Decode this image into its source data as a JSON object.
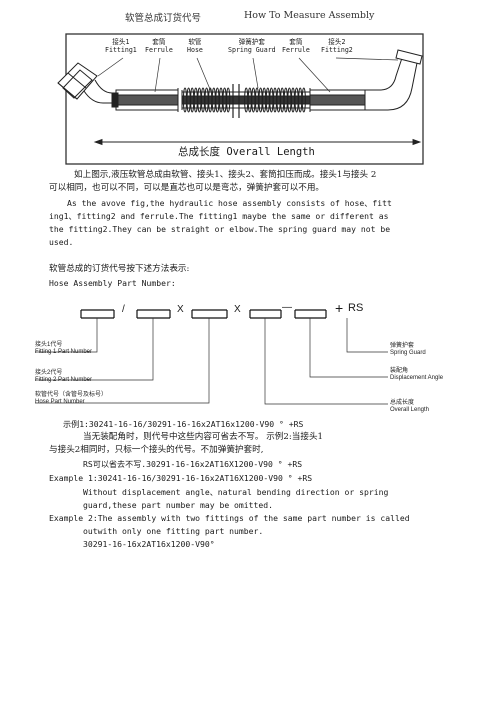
{
  "header": {
    "title_cn": "软管总成订货代号",
    "title_en": "How To Measure Assembly"
  },
  "drawing": {
    "labels": [
      {
        "cn": "接头1",
        "en": "Fitting1"
      },
      {
        "cn": "套筒",
        "en": "Ferrule"
      },
      {
        "cn": "软管",
        "en": "Hose"
      },
      {
        "cn": "弹簧护套",
        "en": "Spring Guard"
      },
      {
        "cn": "套筒",
        "en": "Ferrule"
      },
      {
        "cn": "接头2",
        "en": "Fitting2"
      }
    ],
    "overall_length": "总成长度 Overall Length"
  },
  "description": {
    "cn_line1": "如上图示,液压软管总成由软管、接头1、接头2、套筒扣压而成。接头1与接头 2",
    "cn_line2": "可以相同，也可以不同，可以是直芯也可以是弯芯，弹簧护套可以不用。",
    "en_line1": "As the avove fig,the hydraulic hose assembly consists of hose、fitt",
    "en_line2": "ing1、fitting2 and ferrule.The fitting1 maybe the same or different as",
    "en_line3": "the fitting2.They can be straight or elbow.The spring guard may not be",
    "en_line4": "used."
  },
  "order": {
    "heading_cn": "软管总成的订货代号按下述方法表示:",
    "heading_en": "Hose Assembly Part Number:",
    "separators": [
      "/",
      "X",
      "X",
      "—",
      "+"
    ],
    "suffix": "RS",
    "left_labels": [
      {
        "cn": "接头1代号",
        "en": "Fitting 1 Part Number"
      },
      {
        "cn": "接头2代号",
        "en": "Fitting 2 Part Number"
      },
      {
        "cn": "软管代号（含管号及标号）",
        "en": "Hose Part Number"
      }
    ],
    "right_labels": [
      {
        "cn": "弹簧护套",
        "en": "Spring Guard"
      },
      {
        "cn": "装配角",
        "en": "Displacement Angle"
      },
      {
        "cn": "总成长度",
        "en": "Overall Length"
      }
    ]
  },
  "examples": {
    "lines": [
      "示例1:30241-16-16/30291-16-16x2AT16x1200-V90 ° +RS",
      "当无装配角时，则代号中这些内容可省去不写。 示例2:当接头1",
      "与接头2相同时，只标一个接头的代号。不加弹簧护套时,",
      "RS可以省去不写.30291-16-16x2AT16X1200-V90 ° +RS",
      "Example 1:30241-16-16/30291-16-16x2AT16X1200-V90 ° +RS",
      "Without displacement angle、natural bending direction or spring",
      "guard,these part number may be omitted.",
      "Example 2:The assembly with two fittings of the same part number is called",
      "outwith only one fitting part number.",
      "30291-16-16x2AT16x1200-V90°"
    ]
  }
}
